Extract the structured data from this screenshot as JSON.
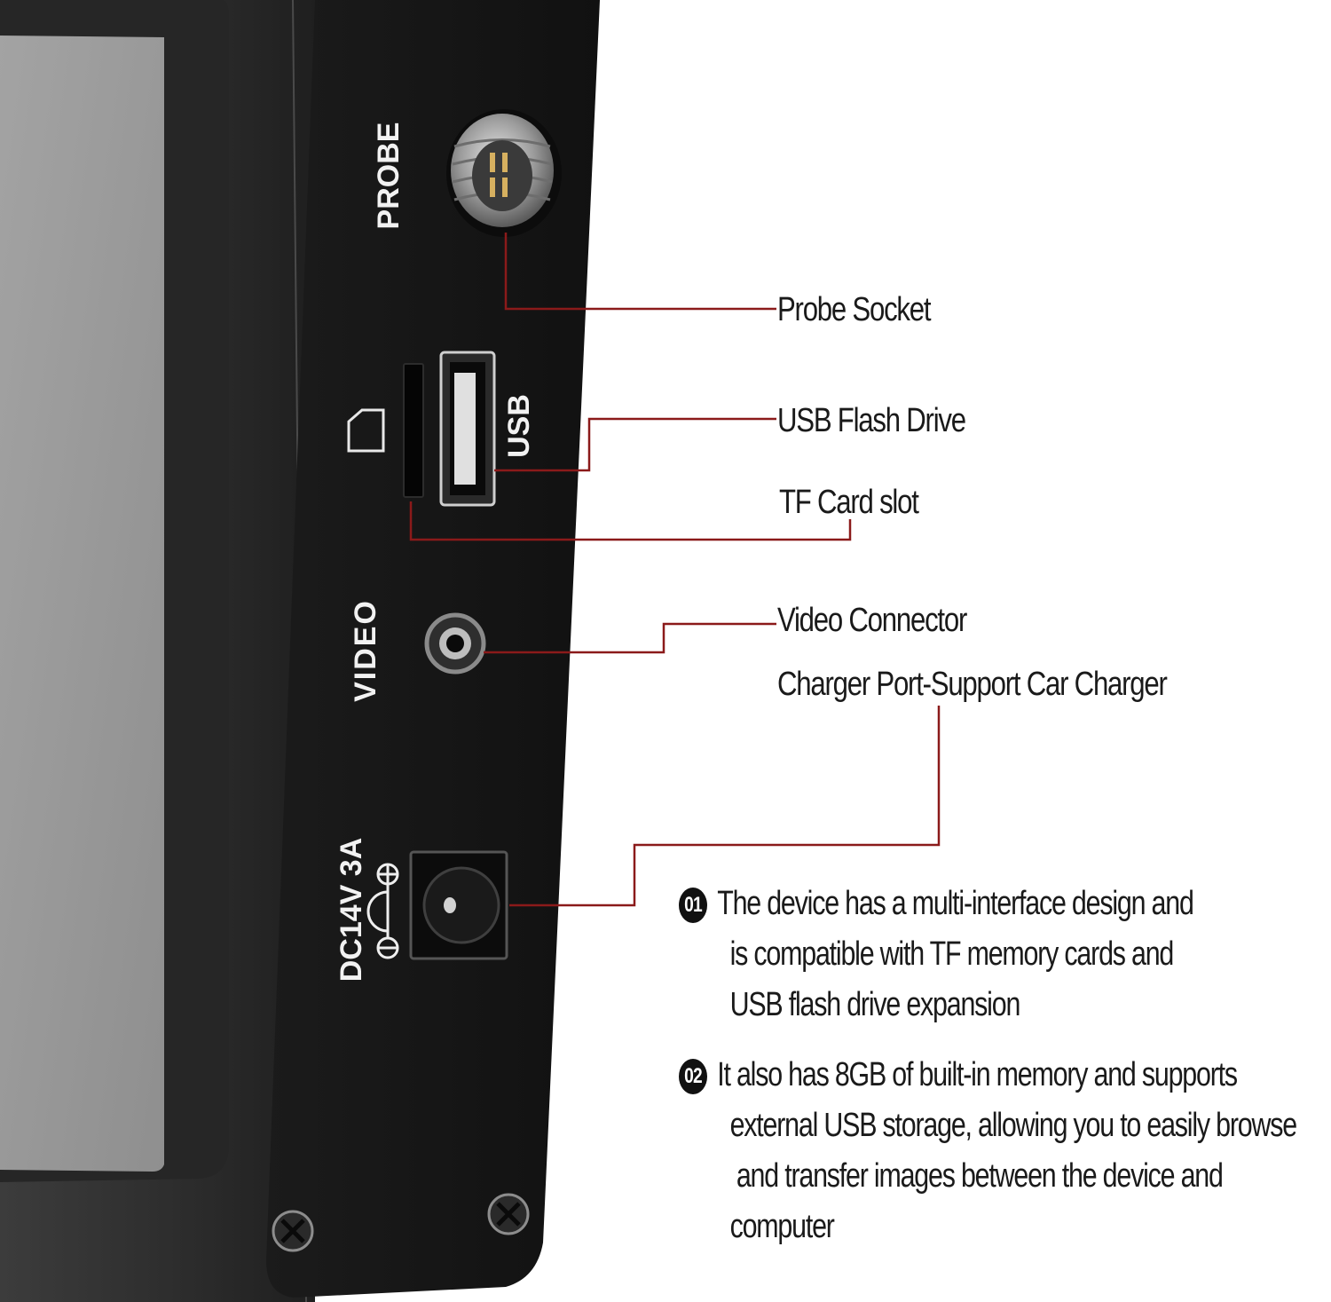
{
  "device": {
    "port_labels": {
      "probe": "PROBE",
      "usb": "USB",
      "video": "VIDEO",
      "power_rating": "DC14V 3A"
    }
  },
  "callouts": [
    "Probe Socket",
    "USB Flash Drive",
    "TF Card slot",
    "Video Connector",
    "Charger Port-Support Car Charger"
  ],
  "notes": [
    {
      "badge": "01",
      "lines": [
        "The device has a multi-interface design and",
        "is compatible with TF memory cards and",
        "USB flash drive expansion"
      ]
    },
    {
      "badge": "02",
      "lines": [
        "It also has 8GB of built-in memory and supports",
        "external USB storage, allowing you to easily browse",
        " and transfer images between the device and",
        "computer"
      ]
    }
  ],
  "colors": {
    "leader_line": "#8b1a1a",
    "panel": "#161616",
    "screen": "#9a9a9a",
    "port_label_text": "#f2f2f2"
  }
}
